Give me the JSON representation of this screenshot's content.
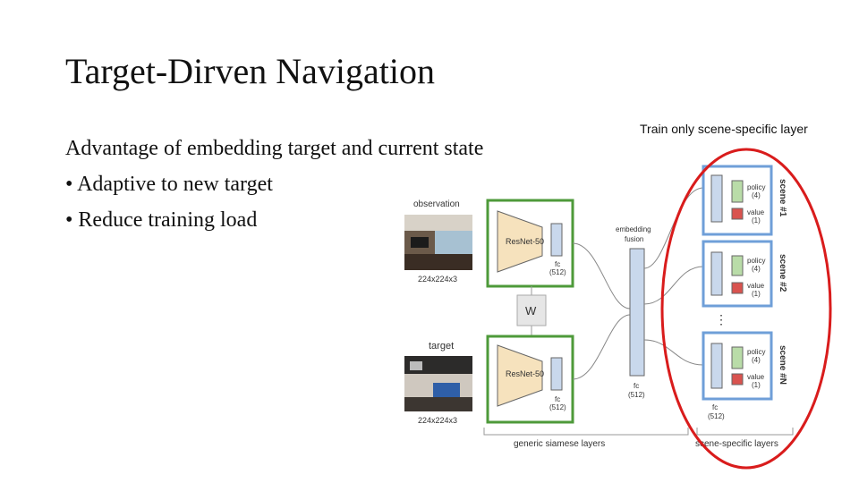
{
  "slide": {
    "title": "Target-Dirven Navigation",
    "bullets": [
      "Advantage of embedding target and current state",
      "• Adaptive to new target",
      "• Reduce training load"
    ],
    "caption": "Train only scene-specific layer"
  },
  "diagram": {
    "observation_label": "observation",
    "target_label": "target",
    "input_size": "224x224x3",
    "resnet_label": "ResNet-50",
    "fc_label": "fc",
    "fc_dim": "(512)",
    "shared_weight_label": "W",
    "fusion_label_1": "embedding",
    "fusion_label_2": "fusion",
    "policy_label": "policy",
    "policy_dim": "(4)",
    "value_label": "value",
    "value_dim": "(1)",
    "scene_labels": [
      "scene #1",
      "scene #2",
      "scene #N"
    ],
    "ellipsis": "⋮",
    "generic_bracket_label": "generic siamese layers",
    "scene_bracket_label": "scene-specific layers",
    "colors": {
      "green_frame": "#4e9a3a",
      "blue_frame": "#6f9fd8",
      "resnet_fill": "#f6e2bd",
      "fc_fill": "#c9d8ec",
      "value_fill": "#d9534f",
      "policy_fill": "#b9dca8",
      "highlight_ellipse": "#d91c1c"
    }
  }
}
